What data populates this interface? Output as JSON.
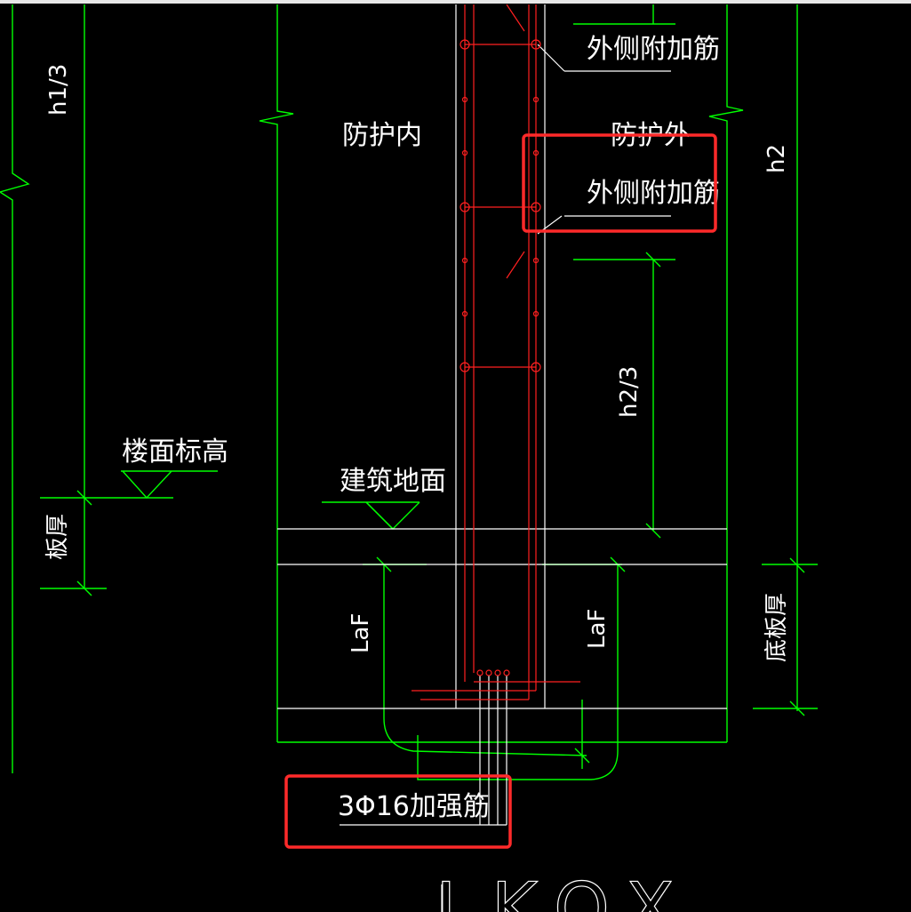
{
  "drawing": {
    "labels": {
      "outer_rebar_top": "外侧附加筋",
      "outer_rebar_mid": "外侧附加筋",
      "protect_inside": "防护内",
      "protect_outside": "防护外",
      "h1_third": "h1/3",
      "h2": "h2",
      "h2_third": "h2/3",
      "floor_elevation": "楼面标高",
      "building_ground": "建筑地面",
      "slab_thickness": "板厚",
      "laf_left": "LaF",
      "laf_right": "LaF",
      "base_slab_thickness": "底板厚",
      "reinforcing_bars": "3Φ16加强筋",
      "bottom_text": "LKQX"
    },
    "colors": {
      "background": "#000000",
      "green": "#00ff00",
      "red": "#ff2020",
      "white": "#ffffff",
      "highlight": "#ff2a2a"
    }
  }
}
